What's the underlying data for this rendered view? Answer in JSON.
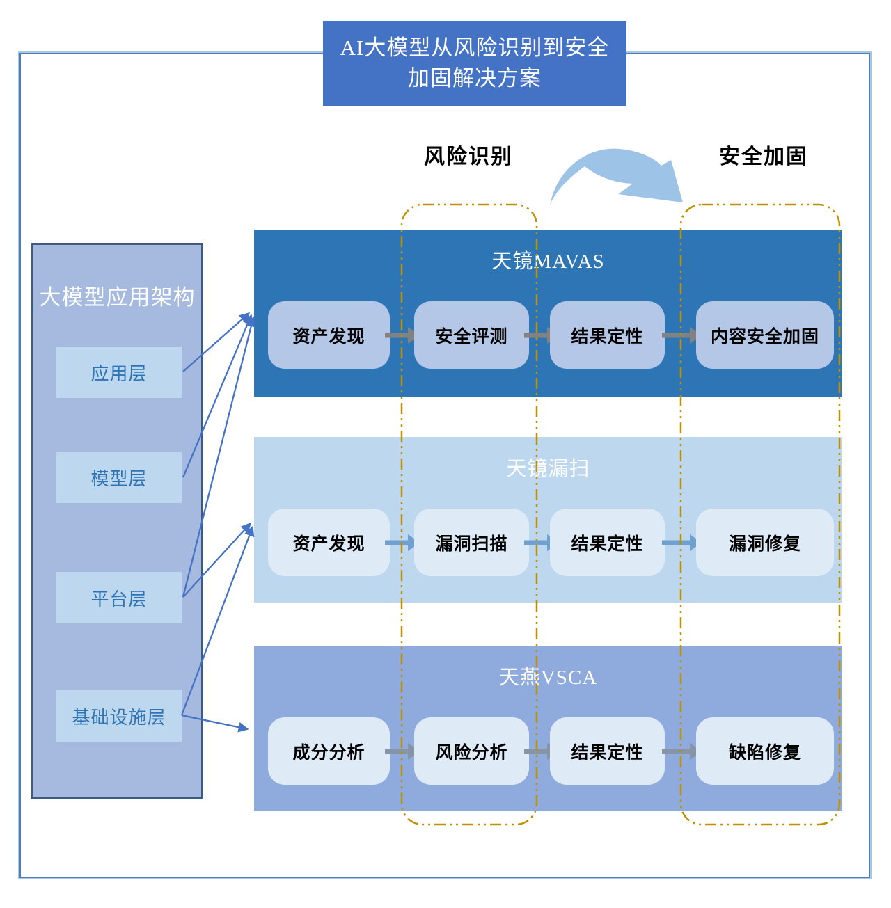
{
  "frame_title": {
    "line1": "AI大模型从风险识别到安全",
    "line2": "加固解决方案"
  },
  "headers": {
    "risk": "风险识别",
    "harden": "安全加固"
  },
  "sidebar": {
    "title": "大模型应用架构",
    "layers": [
      "应用层",
      "模型层",
      "平台层",
      "基础设施层"
    ]
  },
  "bands": [
    {
      "title": "天镜MAVAS",
      "steps": [
        "资产发现",
        "安全评测",
        "结果定性",
        "内容安全加固"
      ]
    },
    {
      "title": "天镜漏扫",
      "steps": [
        "资产发现",
        "漏洞扫描",
        "结果定性",
        "漏洞修复"
      ]
    },
    {
      "title": "天燕VSCA",
      "steps": [
        "成分分析",
        "风险分析",
        "结果定性",
        "缺陷修复"
      ]
    }
  ],
  "colors": {
    "frame_title_bg": "#4472C4",
    "band_mavas": "#2E75B6",
    "band_loudscan": "#BDD7EE",
    "band_vsca": "#8FAADC",
    "step_box_dark_band": "#B4C7E7",
    "step_box_light_band": "#DEEBF7",
    "sidebar_bg": "#A6BADF",
    "sidebar_border": "#3E5A7E",
    "sidebar_box": "#BDD7EE",
    "sidebar_box_text": "#2E74B5",
    "connector_blue": "#4472C4",
    "dashed_gold": "#BF9000",
    "swoosh_blue": "#9DC3E6",
    "flow_arrow_gray": "#828282",
    "flow_arrow_blue": "#6FA0CE",
    "flow_arrow_slate": "#8794A6"
  }
}
